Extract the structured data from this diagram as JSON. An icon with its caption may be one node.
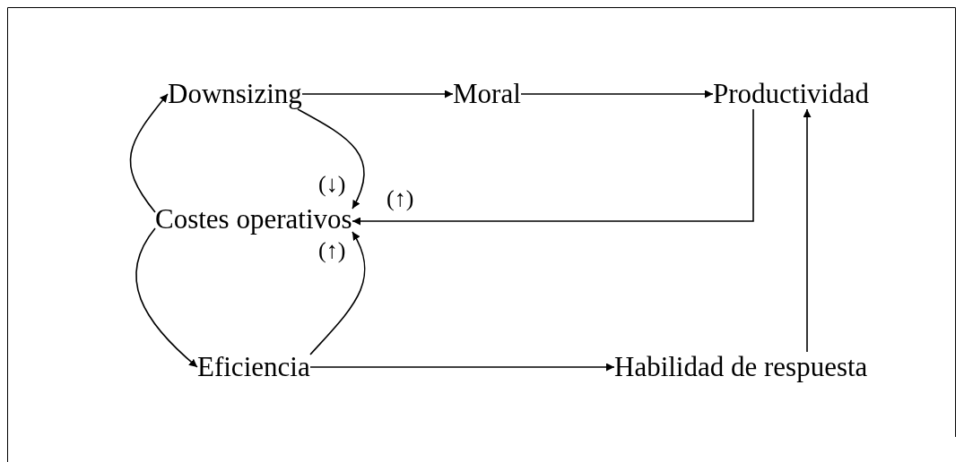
{
  "diagram": {
    "nodes": [
      {
        "text": [
          "Downsizing"
        ]
      },
      {
        "text": [
          "Moral"
        ]
      },
      {
        "text": [
          "Productividad"
        ]
      },
      {
        "text": [
          "Costes operativos"
        ]
      },
      {
        "text": [
          "Eficiencia"
        ]
      },
      {
        "text": [
          "Habilidad de respuesta"
        ]
      }
    ],
    "edges": [
      {
        "from": 0,
        "to": 1,
        "arrow": "to"
      },
      {
        "from": 1,
        "to": 2,
        "arrow": "to"
      },
      {
        "from": 0,
        "to": 3,
        "arrow": "to",
        "label": "(↓)"
      },
      {
        "from": 2,
        "to": 3,
        "arrow": "to",
        "label": "(↑)"
      },
      {
        "from": 4,
        "to": 3,
        "arrow": "to",
        "label": "(↑)"
      },
      {
        "from": 4,
        "to": 5,
        "arrow": "to"
      },
      {
        "from": 5,
        "to": 2,
        "arrow": "to"
      },
      {
        "from": 3,
        "to": 0,
        "arrow": "to"
      },
      {
        "from": 3,
        "to": 4,
        "arrow": "to"
      }
    ]
  }
}
